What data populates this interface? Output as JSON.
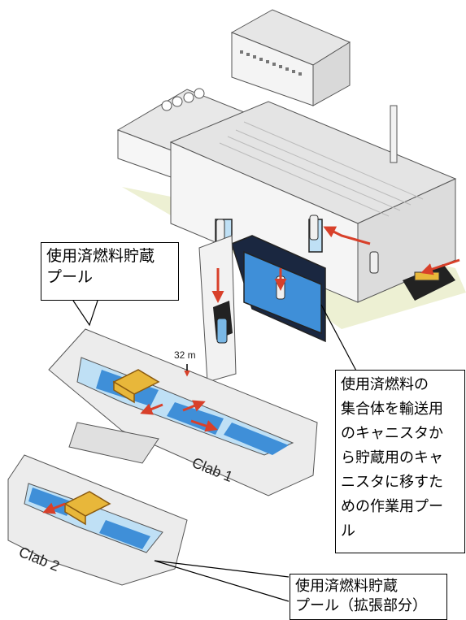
{
  "callouts": {
    "storage_pool": [
      "使用済燃料貯蔵",
      "プール"
    ],
    "transfer_pool": [
      "使用済燃料の",
      "集合体を輸送用",
      "のキャニスタか",
      "ら貯蔵用のキャ",
      "ニスタに移すた",
      "めの作業用プー",
      "ル"
    ],
    "extension_pool": [
      "使用済燃料貯蔵",
      "プール（拡張部分）"
    ]
  },
  "labels": {
    "depth": "32 m",
    "clab1": "Clab 1",
    "clab2": "Clab 2"
  },
  "colors": {
    "water": "#3f8fd8",
    "water_light": "#bfe0f5",
    "transfer_arrow": "#d8402a",
    "crane": "#e8b73a",
    "building": "#f3f3f3",
    "roof": "#e6e6e6",
    "ground": "#e9ecc8"
  }
}
